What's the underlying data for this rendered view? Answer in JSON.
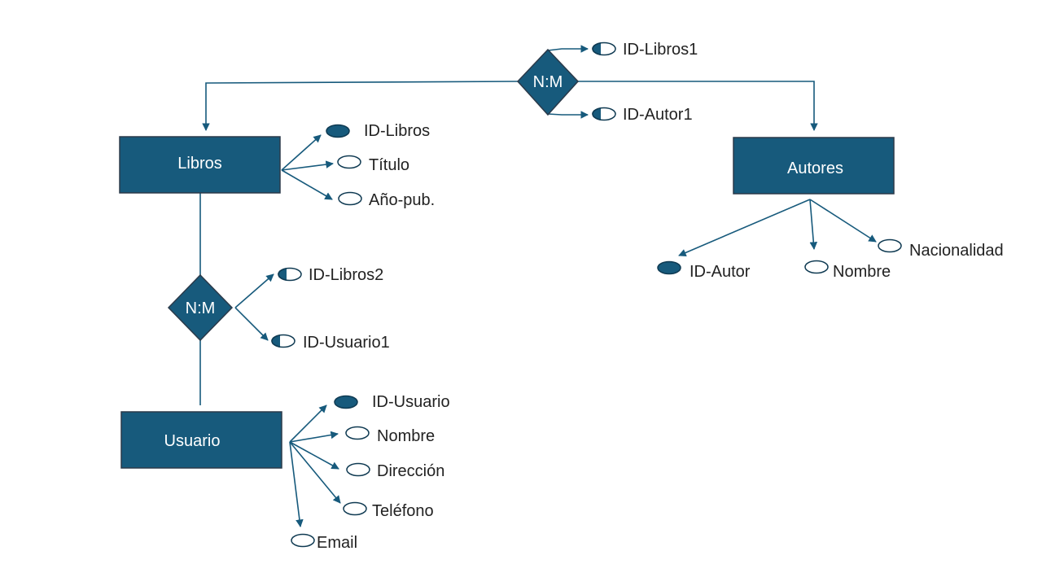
{
  "entities": {
    "libros": "Libros",
    "autores": "Autores",
    "usuario": "Usuario"
  },
  "relationships": {
    "libros_autores": "N:M",
    "libros_usuario": "N:M"
  },
  "attributes": {
    "libros": [
      "ID-Libros",
      "Título",
      "Año-pub."
    ],
    "autores": [
      "ID-Autor",
      "Nombre",
      "Nacionalidad"
    ],
    "usuario": [
      "ID-Usuario",
      "Nombre",
      "Dirección",
      "Teléfono",
      "Email"
    ],
    "rel_libros_autores": [
      "ID-Libros1",
      "ID-Autor1"
    ],
    "rel_libros_usuario": [
      "ID-Libros2",
      "ID-Usuario1"
    ]
  },
  "colors": {
    "fill": "#175A7C",
    "outline": "#2B3A4A",
    "text": "#ffffff"
  }
}
